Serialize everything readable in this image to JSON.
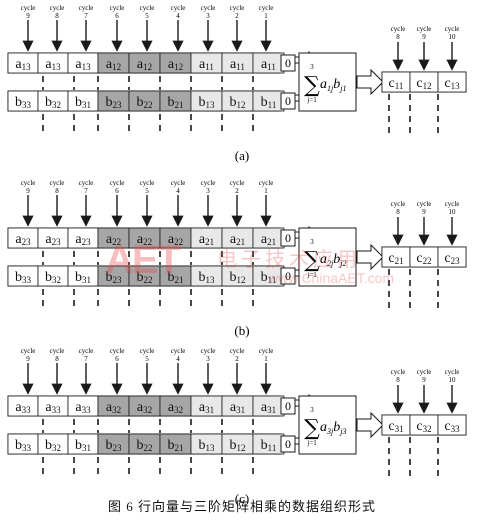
{
  "cycle_word": "cycle",
  "cycles_in": [
    "9",
    "8",
    "7",
    "6",
    "5",
    "4",
    "3",
    "2",
    "1"
  ],
  "cycles_out": [
    "8",
    "9",
    "10"
  ],
  "zero": "0",
  "panels": [
    {
      "label": "(a)",
      "a": [
        "a13",
        "a13",
        "a13",
        "a12",
        "a12",
        "a12",
        "a11",
        "a11",
        "a11"
      ],
      "b": [
        "b33",
        "b32",
        "b31",
        "b23",
        "b22",
        "b21",
        "b13",
        "b12",
        "b11"
      ],
      "sum": {
        "lim": "3",
        "j": "j=1",
        "a": "a",
        "ai": "1j",
        "b": "b",
        "bi": "j1"
      },
      "c": [
        "c11",
        "c12",
        "c13"
      ]
    },
    {
      "label": "(b)",
      "a": [
        "a23",
        "a23",
        "a23",
        "a22",
        "a22",
        "a22",
        "a21",
        "a21",
        "a21"
      ],
      "b": [
        "b33",
        "b32",
        "b31",
        "b23",
        "b22",
        "b21",
        "b13",
        "b12",
        "b11"
      ],
      "sum": {
        "lim": "3",
        "j": "j=1",
        "a": "a",
        "ai": "2j",
        "b": "b",
        "bi": "j2"
      },
      "c": [
        "c21",
        "c22",
        "c23"
      ]
    },
    {
      "label": "(c)",
      "a": [
        "a33",
        "a33",
        "a33",
        "a32",
        "a32",
        "a32",
        "a31",
        "a31",
        "a31"
      ],
      "b": [
        "b33",
        "b32",
        "b31",
        "b23",
        "b22",
        "b21",
        "b13",
        "b12",
        "b11"
      ],
      "sum": {
        "lim": "3",
        "j": "j=1",
        "a": "a",
        "ai": "3j",
        "b": "b",
        "bi": "j3"
      },
      "c": [
        "c31",
        "c32",
        "c33"
      ]
    }
  ],
  "caption": "图 6  行向量与三阶矩阵相乘的数据组织形式",
  "watermark": {
    "logo": "AET",
    "cn": "电子技术应用",
    "url": "www.ChinaAET.com"
  },
  "colors": {
    "light": "#e8e8e8",
    "dark": "#a6a6a6",
    "line": "#1a1a1a"
  }
}
